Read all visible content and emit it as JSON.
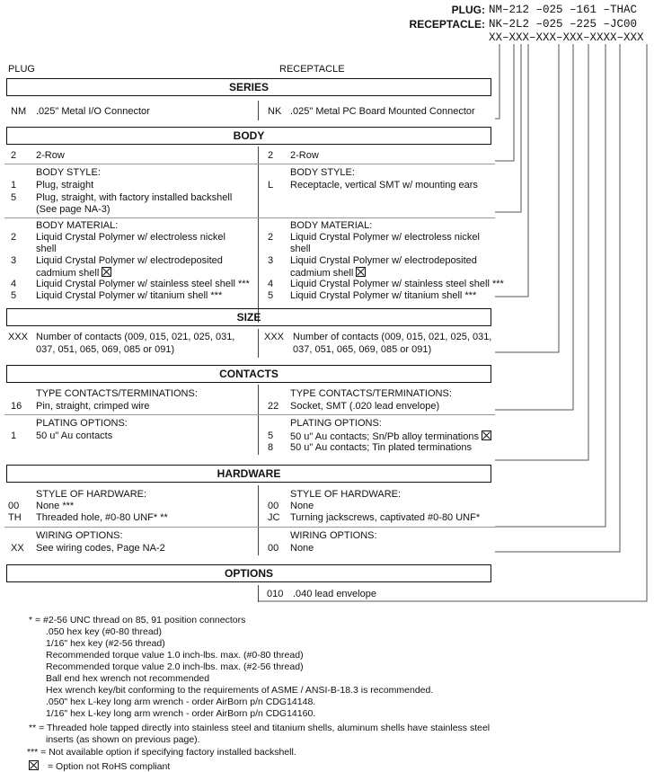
{
  "header": {
    "plug_label": "PLUG:",
    "plug_pn": "NM–212 –025 –161 –THAC",
    "receptacle_label": "RECEPTACLE:",
    "receptacle_pn": "NK–2L2 –025 –225 –JC00",
    "pattern": "XX–XXX–XXX–XXX–XXXX–XXX"
  },
  "columns": {
    "plug": "PLUG",
    "receptacle": "RECEPTACLE"
  },
  "series": {
    "title": "SERIES",
    "plug_code": "NM",
    "plug_text": ".025\" Metal I/O Connector",
    "rec_code": "NK",
    "rec_text": ".025\" Metal PC Board Mounted Connector"
  },
  "body": {
    "title": "BODY",
    "plug_row_code": "2",
    "plug_row_text": "2-Row",
    "rec_row_code": "2",
    "rec_row_text": "2-Row",
    "style_heading": "BODY STYLE:",
    "plug_style": [
      {
        "code": "1",
        "text": "Plug, straight"
      },
      {
        "code": "5",
        "text": "Plug, straight, with factory installed backshell"
      },
      {
        "code": "",
        "text": "(See page NA-3)"
      }
    ],
    "rec_style": [
      {
        "code": "L",
        "text": "Receptacle, vertical SMT w/ mounting ears"
      }
    ],
    "material_heading": "BODY MATERIAL:",
    "materials": [
      {
        "code": "2",
        "line1": "Liquid Crystal Polymer w/ electroless nickel",
        "line2": "shell"
      },
      {
        "code": "3",
        "line1": "Liquid Crystal Polymer w/ electrodeposited",
        "line2": "cadmium shell"
      },
      {
        "code": "4",
        "line1": "Liquid Crystal Polymer w/ stainless steel shell ***",
        "line2": ""
      },
      {
        "code": "5",
        "line1": "Liquid Crystal Polymer w/ titanium shell ***",
        "line2": ""
      }
    ]
  },
  "size": {
    "title": "SIZE",
    "code": "XXX",
    "line1": "Number of contacts (009, 015, 021, 025, 031,",
    "line2": "037, 051, 065, 069, 085 or 091)"
  },
  "contacts": {
    "title": "CONTACTS",
    "type_heading": "TYPE CONTACTS/TERMINATIONS:",
    "plug_type_code": "16",
    "plug_type_text": "Pin, straight, crimped wire",
    "rec_type_code": "22",
    "rec_type_text": "Socket, SMT (.020 lead envelope)",
    "plating_heading": "PLATING OPTIONS:",
    "plug_plating_code": "1",
    "plug_plating_text": "50 u\" Au contacts",
    "rec_plating": [
      {
        "code": "5",
        "text": "50 u\" Au contacts; Sn/Pb alloy terminations"
      },
      {
        "code": "8",
        "text": "50 u\" Au contacts; Tin plated terminations"
      }
    ]
  },
  "hardware": {
    "title": "HARDWARE",
    "style_heading": "STYLE OF HARDWARE:",
    "plug_style": [
      {
        "code": "00",
        "text": "None ***"
      },
      {
        "code": "TH",
        "text": "Threaded hole, #0-80 UNF*  **"
      }
    ],
    "rec_style": [
      {
        "code": "00",
        "text": "None"
      },
      {
        "code": "JC",
        "text": "Turning jackscrews, captivated #0-80 UNF*"
      }
    ],
    "wiring_heading": "WIRING OPTIONS:",
    "plug_wiring_code": "XX",
    "plug_wiring_text": "See wiring codes, Page NA-2",
    "rec_wiring_code": "00",
    "rec_wiring_text": "None"
  },
  "options": {
    "title": "OPTIONS",
    "code": "010",
    "text": ".040 lead envelope"
  },
  "footnotes": {
    "star1_lead": "* = #2-56 UNC thread on 85, 91 position connectors",
    "star1_lines": [
      ".050 hex key (#0-80 thread)",
      "1/16\" hex key (#2-56 thread)",
      "Recommended torque value 1.0 inch-lbs. max. (#0-80 thread)",
      "Recommended torque value 2.0 inch-lbs. max. (#2-56 thread)",
      "Ball end hex wrench not recommended",
      "Hex wrench key/bit conforming to the requirements of ASME / ANSI-B-18.3 is recommended.",
      ".050\" hex L-key long arm wrench - order AirBorn p/n CDG14148.",
      "1/16\" hex L-key long arm wrench - order AirBorn p/n CDG14160."
    ],
    "star2_line1": "** = Threaded hole tapped directly into stainless steel and titanium shells, aluminum shells have stainless steel",
    "star2_line2": "inserts (as shown on previous page).",
    "star3": "*** = Not available option if specifying factory installed backshell.",
    "rohs": "= Option not RoHS compliant"
  }
}
